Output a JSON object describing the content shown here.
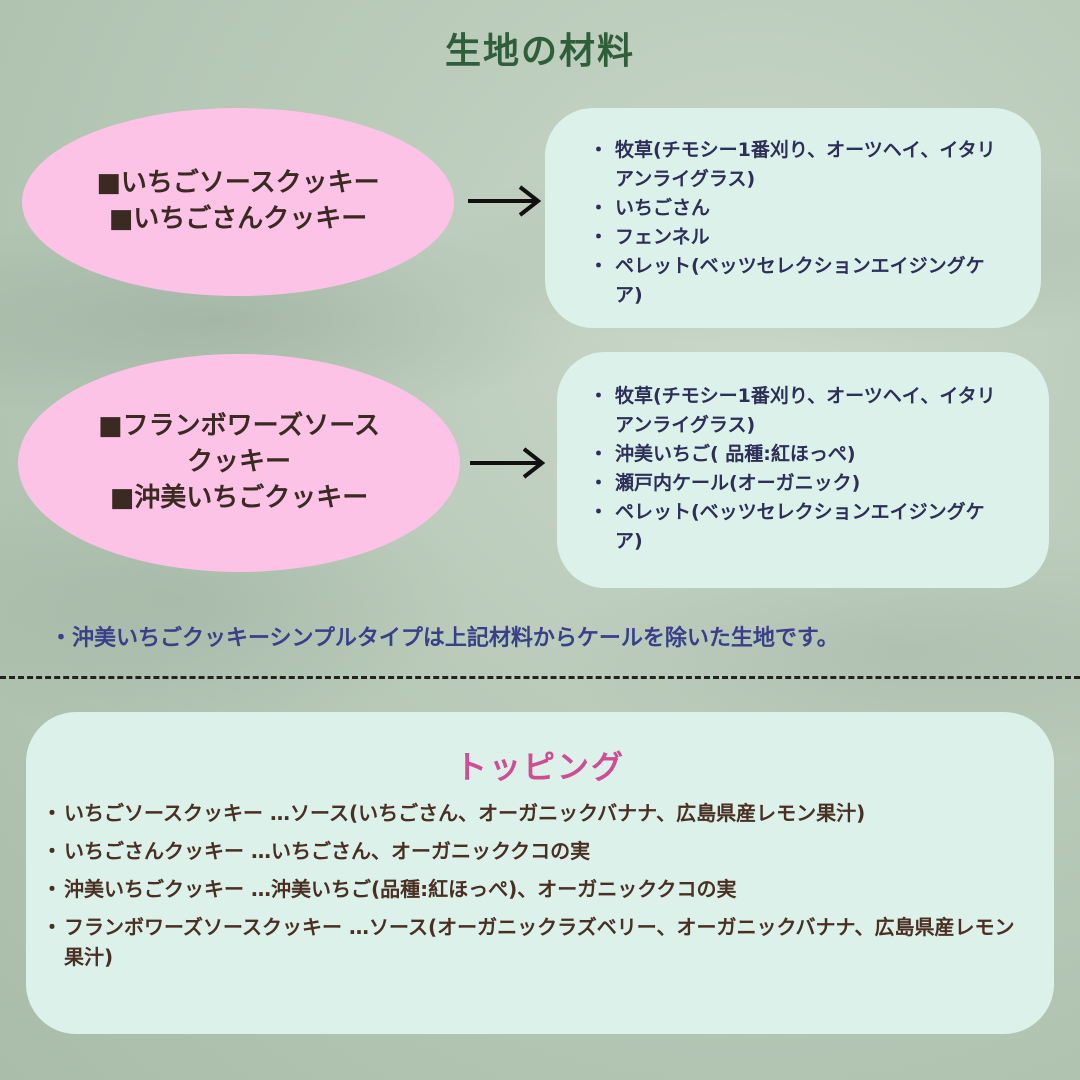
{
  "title": "生地の材料",
  "group1": {
    "names": [
      "■いちごソースクッキー",
      "■いちごさんクッキー"
    ],
    "ingredients": [
      "牧草(チモシー1番刈り、オーツヘイ、イタリアンライグラス)",
      "いちごさん",
      "フェンネル",
      "ペレット(ベッツセレクションエイジングケア)"
    ]
  },
  "group2": {
    "names": [
      "■フランボワーズソース",
      "クッキー",
      "■沖美いちごクッキー"
    ],
    "ingredients": [
      "牧草(チモシー1番刈り、オーツヘイ、イタリアンライグラス)",
      "沖美いちご( 品種:紅ほっぺ)",
      "瀬戸内ケール(オーガニック)",
      "ペレット(ベッツセレクションエイジングケア)"
    ]
  },
  "note": "・沖美いちごクッキーシンプルタイプは上記材料からケールを除いた生地です。",
  "topping": {
    "title": "トッピング",
    "items": [
      "いちごソースクッキー …ソース(いちごさん、オーガニックバナナ、広島県産レモン果汁)",
      "いちごさんクッキー …いちごさん、オーガニッククコの実",
      "沖美いちごクッキー …沖美いちご(品種:紅ほっぺ)、オーガニッククコの実",
      "フランボワーズソースクッキー …ソース(オーガニックラズベリー、オーガニックバナナ、広島県産レモン果汁)"
    ]
  },
  "colors": {
    "title": "#2f5f3a",
    "oval": "#fdc3e7",
    "card": "#dcf1ea",
    "ingredient_text": "#2d2f58",
    "note_text": "#3a3f8a",
    "topping_title": "#cf4d93",
    "topping_text": "#4a2f23"
  },
  "icons": [
    "arrow-right-icon"
  ]
}
